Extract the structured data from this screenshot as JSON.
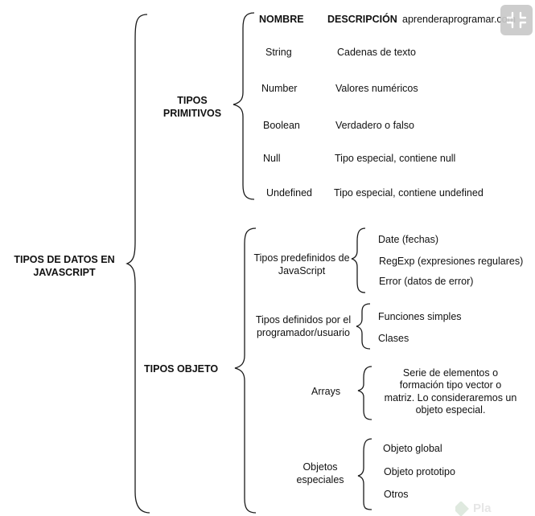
{
  "root": {
    "line1": "TIPOS DE DATOS EN",
    "line2": "JAVASCRIPT"
  },
  "primitivos": {
    "line1": "TIPOS",
    "line2": "PRIMITIVOS",
    "header_nombre": "NOMBRE",
    "header_descripcion": "DESCRIPCIÓN",
    "header_site": "aprenderaprogramar.com",
    "items": [
      {
        "name": "String",
        "desc": "Cadenas de texto"
      },
      {
        "name": "Number",
        "desc": "Valores numéricos"
      },
      {
        "name": "Boolean",
        "desc": "Verdadero o falso"
      },
      {
        "name": "Null",
        "desc": "Tipo especial, contiene null"
      },
      {
        "name": "Undefined",
        "desc": "Tipo especial, contiene undefined"
      }
    ]
  },
  "objeto": {
    "label": "TIPOS OBJETO",
    "predefinidos": {
      "line1": "Tipos predefinidos de",
      "line2": "JavaScript",
      "items": [
        "Date (fechas)",
        "RegExp (expresiones regulares)",
        "Error (datos de error)"
      ]
    },
    "definidos": {
      "line1": "Tipos definidos por el",
      "line2": "programador/usuario",
      "items": [
        "Funciones simples",
        "Clases"
      ]
    },
    "arrays": {
      "label": "Arrays",
      "desc_lines": [
        "Serie de elementos o",
        "formación tipo vector o",
        "matriz. Lo consideraremos un",
        "objeto especial."
      ]
    },
    "especiales": {
      "line1": "Objetos",
      "line2": "especiales",
      "items": [
        "Objeto global",
        "Objeto prototipo",
        "Otros"
      ]
    }
  },
  "controls": {
    "exit_fullscreen_icon": "exit-fullscreen-icon"
  },
  "watermark": {
    "text": "Pla"
  }
}
